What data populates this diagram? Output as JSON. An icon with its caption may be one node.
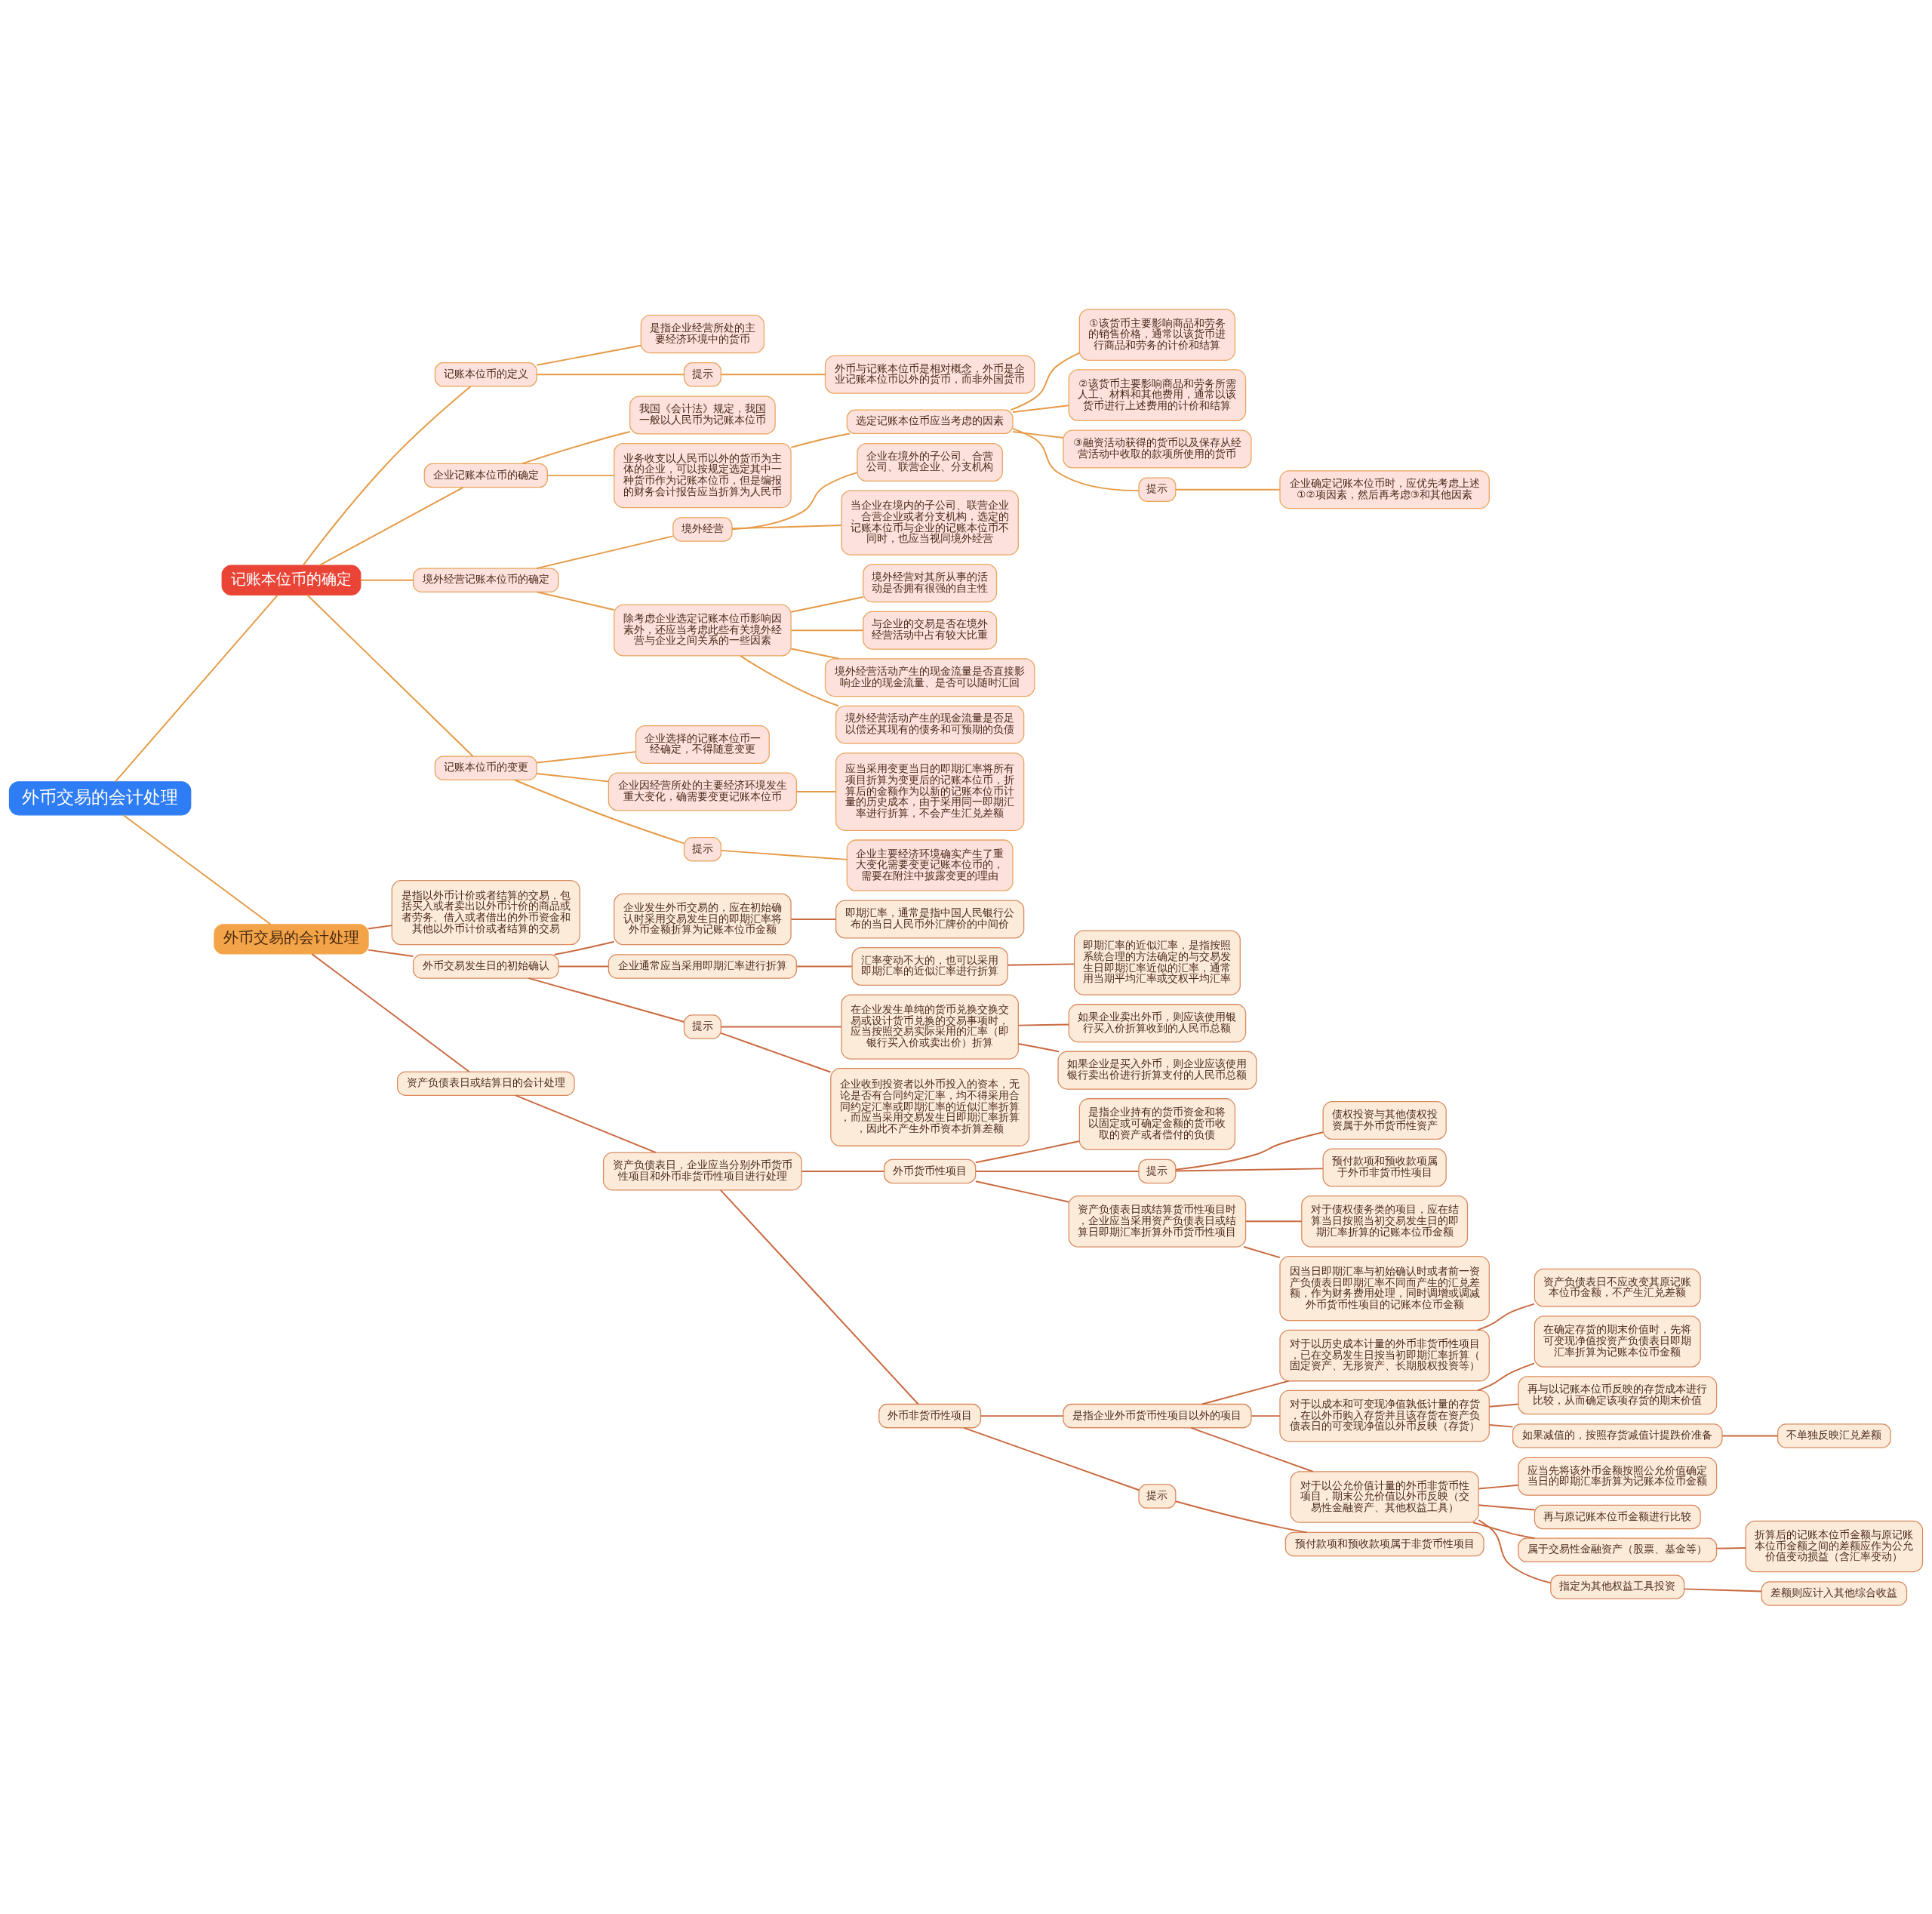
{
  "diagram": {
    "nodes": [
      {
        "text": [
          "外币交易的会计处理"
        ]
      },
      {
        "text": [
          "记账本位币的确定"
        ]
      },
      {
        "text": [
          "记账本位币的定义"
        ]
      },
      {
        "text": [
          "是指企业经营所处的主要经济环境中的货币"
        ]
      },
      {
        "text": [
          "提示"
        ]
      },
      {
        "text": [
          "外币与记账本位币是相对概念，外币是企业记账本位币以外的货币，而非外国货币"
        ]
      },
      {
        "text": [
          "企业记账本位币的确定"
        ]
      },
      {
        "text": [
          "我国《会计法》规定，我国一般以人民币为记账本位币"
        ]
      },
      {
        "text": [
          "业务收支以人民币以外的货币为主体的企业，可以按规定选定其中一种货币作为记账本位币，但是编报的财务会计报告应当折算为人民币"
        ]
      },
      {
        "text": [
          "选定记账本位币应当考虑的因素"
        ]
      },
      {
        "text": [
          "①该货币主要影响商品和劳务的销售价格，通常以该货币进行商品和劳务的计价和结算"
        ]
      },
      {
        "text": [
          "②该货币主要影响商品和劳务所需人工、材料和其他费用，通常以该货币进行上述费用的计价和结算"
        ]
      },
      {
        "text": [
          "③融资活动获得的货币以及保存从经营活动中收取的款项所使用的货币"
        ]
      },
      {
        "text": [
          "提示"
        ]
      },
      {
        "text": [
          "企业确定记账本位币时，应优先考虑上述①②项因素，然后再考虑③和其他因素"
        ]
      },
      {
        "text": [
          "境外经营记账本位币的确定"
        ]
      },
      {
        "text": [
          "境外经营"
        ]
      },
      {
        "text": [
          "企业在境外的子公司、合营公司、联营企业、分支机构"
        ]
      },
      {
        "text": [
          "当企业在境内的子公司、联营企业、合营企业或者分支机构，选定的记账本位币与企业的记账本位币不同时，也应当视同境外经营"
        ]
      },
      {
        "text": [
          "除考虑企业选定记账本位币影响因素外，还应当考虑此些有关境外经营与企业之间关系的一些因素"
        ]
      },
      {
        "text": [
          "境外经营对其所从事的活动是否拥有很强的自主性"
        ]
      },
      {
        "text": [
          "与企业的交易是否在境外经营活动中占有较大比重"
        ]
      },
      {
        "text": [
          "境外经营活动产生的现金流量是否直接影响企业的现金流量、是否可以随时汇回"
        ]
      },
      {
        "text": [
          "境外经营活动产生的现金流量是否足以偿还其现有的债务和可预期的负债"
        ]
      },
      {
        "text": [
          "记账本位币的变更"
        ]
      },
      {
        "text": [
          "企业选择的记账本位币一经确定，不得随意变更"
        ]
      },
      {
        "text": [
          "企业因经营所处的主要经济环境发生重大变化，确需要变更记账本位币"
        ]
      },
      {
        "text": [
          "应当采用变更当日的即期汇率将所有项目折算为变更后的记账本位币，折算后的金额作为以新的记账本位币计量的历史成本，由于采用同一即期汇率进行折算，不会产生汇兑差额"
        ]
      },
      {
        "text": [
          "提示"
        ]
      },
      {
        "text": [
          "企业主要经济环境确实产生了重大变化需要变更记账本位币的，需要在附注中披露变更的理由"
        ]
      },
      {
        "text": [
          "外币交易的会计处理"
        ]
      },
      {
        "text": [
          "是指以外币计价或者结算的交易，包括买入或者卖出以外币计价的商品或者劳务、借入或者借出的外币资金和其他以外币计价或者结算的交易"
        ]
      },
      {
        "text": [
          "外币交易发生日的初始确认"
        ]
      },
      {
        "text": [
          "企业发生外币交易的，应在初始确认时采用交易发生日的即期汇率将外币金额折算为记账本位币金额"
        ]
      },
      {
        "text": [
          "即期汇率，通常是指中国人民银行公布的当日人民币外汇牌价的中间价"
        ]
      },
      {
        "text": [
          "企业通常应当采用即期汇率进行折算"
        ]
      },
      {
        "text": [
          "汇率变动不大的，也可以采用即期汇率的近似汇率进行折算"
        ]
      },
      {
        "text": [
          "即期汇率的近似汇率，是指按照系统合理的方法确定的与交易发生日即期汇率近似的汇率，通常用当期平均汇率或交权平均汇率"
        ]
      },
      {
        "text": [
          "提示"
        ]
      },
      {
        "text": [
          "在企业发生单纯的货币兑换交换交易或设计货币兑换的交易事项时，应当按照交易实际采用的汇率（即银行买入价或卖出价）折算"
        ]
      },
      {
        "text": [
          "如果企业卖出外币，则应该使用银行买入价折算收到的人民币总额"
        ]
      },
      {
        "text": [
          "如果企业是买入外币，则企业应该使用银行卖出价进行折算支付的人民币总额"
        ]
      },
      {
        "text": [
          "企业收到投资者以外币投入的资本，无论是否有合同约定汇率，均不得采用合同约定汇率或即期汇率的近似汇率折算，而应当采用交易发生日即期汇率折算，因此不产生外币资本折算差额"
        ]
      },
      {
        "text": [
          "资产负债表日或结算日的会计处理"
        ]
      },
      {
        "text": [
          "资产负债表日，企业应当分别外币货币性项目和外币非货币性项目进行处理"
        ]
      },
      {
        "text": [
          "外币货币性项目"
        ]
      },
      {
        "text": [
          "是指企业持有的货币资金和将以固定或可确定金额的货币收取的资产或者偿付的负债"
        ]
      },
      {
        "text": [
          "提示"
        ]
      },
      {
        "text": [
          "债权投资与其他债权投资属于外币货币性资产"
        ]
      },
      {
        "text": [
          "预付款项和预收款项属于外币非货币性项目"
        ]
      },
      {
        "text": [
          "资产负债表日或结算货币性项目时，企业应当采用资产负债表日或结算日即期汇率折算外币货币性项目"
        ]
      },
      {
        "text": [
          "对于债权债务类的项目，应在结算当日按照当初交易发生日的即期汇率折算的记账本位币金额"
        ]
      },
      {
        "text": [
          "因当日即期汇率与初始确认时或者前一资产负债表日即期汇率不同而产生的汇兑差额，作为财务费用处理，同时调增或调减外币货币性项目的记账本位币金额"
        ]
      },
      {
        "text": [
          "外币非货币性项目"
        ]
      },
      {
        "text": [
          "是指企业外币货币性项目以外的项目"
        ]
      },
      {
        "text": [
          "对于以历史成本计量的外币非货币性项目，已在交易发生日按当初即期汇率折算（固定资产、无形资产、长期股权投资等）"
        ]
      },
      {
        "text": [
          "资产负债表日不应改变其原记账本位币金额，不产生汇兑差额"
        ]
      },
      {
        "text": [
          "对于以成本和可变现净值孰低计量的存货，在以外币购入存货并且该存货在资产负债表日的可变现净值以外币反映（存货）"
        ]
      },
      {
        "text": [
          "在确定存货的期末价值时，先将可变现净值按资产负债表日即期汇率折算为记账本位币金额"
        ]
      },
      {
        "text": [
          "再与以记账本位币反映的存货成本进行比较，从而确定该项存货的期末价值"
        ]
      },
      {
        "text": [
          "如果减值的，按照存货减值计提跌价准备"
        ]
      },
      {
        "text": [
          "不单独反映汇兑差额"
        ]
      },
      {
        "text": [
          "对于以公允价值计量的外币非货币性项目，期末公允价值以外币反映（交易性金融资产、其他权益工具）"
        ]
      },
      {
        "text": [
          "应当先将该外币金额按照公允价值确定当日的即期汇率折算为记账本位币金额"
        ]
      },
      {
        "text": [
          "再与原记账本位币金额进行比较"
        ]
      },
      {
        "text": [
          "属于交易性金融资产（股票、基金等）"
        ]
      },
      {
        "text": [
          "折算后的记账本位币金额与原记账本位币金额之间的差额应作为公允价值变动损益（含汇率变动）"
        ]
      },
      {
        "text": [
          "指定为其他权益工具投资"
        ]
      },
      {
        "text": [
          "差额则应计入其他综合收益"
        ]
      },
      {
        "text": [
          "提示"
        ]
      },
      {
        "text": [
          "预付款项和预收款项属于非货币性项目"
        ]
      }
    ],
    "edges": [
      {
        "from": 0,
        "to": 1,
        "arrow": "none",
        "color": "#e59a45"
      },
      {
        "from": 1,
        "to": 2,
        "arrow": "none",
        "color": "#e59a45"
      },
      {
        "from": 2,
        "to": 3,
        "arrow": "none",
        "color": "#e59a45"
      },
      {
        "from": 2,
        "to": 4,
        "arrow": "none",
        "color": "#e59a45"
      },
      {
        "from": 4,
        "to": 5,
        "arrow": "none",
        "color": "#e59a45"
      },
      {
        "from": 1,
        "to": 6,
        "arrow": "none",
        "color": "#e59a45"
      },
      {
        "from": 6,
        "to": 7,
        "arrow": "none",
        "color": "#e59a45"
      },
      {
        "from": 6,
        "to": 8,
        "arrow": "none",
        "color": "#e59a45"
      },
      {
        "from": 8,
        "to": 9,
        "arrow": "none",
        "color": "#e59a45"
      },
      {
        "from": 9,
        "to": 10,
        "arrow": "none",
        "color": "#e59a45"
      },
      {
        "from": 9,
        "to": 11,
        "arrow": "none",
        "color": "#e59a45"
      },
      {
        "from": 9,
        "to": 12,
        "arrow": "none",
        "color": "#e59a45"
      },
      {
        "from": 9,
        "to": 13,
        "arrow": "none",
        "color": "#e59a45"
      },
      {
        "from": 13,
        "to": 14,
        "arrow": "none",
        "color": "#e59a45"
      },
      {
        "from": 1,
        "to": 15,
        "arrow": "none",
        "color": "#e59a45"
      },
      {
        "from": 15,
        "to": 16,
        "arrow": "none",
        "color": "#e59a45"
      },
      {
        "from": 16,
        "to": 17,
        "arrow": "none",
        "color": "#e59a45"
      },
      {
        "from": 16,
        "to": 18,
        "arrow": "none",
        "color": "#e59a45"
      },
      {
        "from": 15,
        "to": 19,
        "arrow": "none",
        "color": "#e59a45"
      },
      {
        "from": 19,
        "to": 20,
        "arrow": "none",
        "color": "#e59a45"
      },
      {
        "from": 19,
        "to": 21,
        "arrow": "none",
        "color": "#e59a45"
      },
      {
        "from": 19,
        "to": 22,
        "arrow": "none",
        "color": "#e59a45"
      },
      {
        "from": 19,
        "to": 23,
        "arrow": "none",
        "color": "#e59a45"
      },
      {
        "from": 1,
        "to": 24,
        "arrow": "none",
        "color": "#e59a45"
      },
      {
        "from": 24,
        "to": 25,
        "arrow": "none",
        "color": "#e59a45"
      },
      {
        "from": 24,
        "to": 26,
        "arrow": "none",
        "color": "#e59a45"
      },
      {
        "from": 26,
        "to": 27,
        "arrow": "none",
        "color": "#e59a45"
      },
      {
        "from": 24,
        "to": 28,
        "arrow": "none",
        "color": "#e59a45"
      },
      {
        "from": 28,
        "to": 29,
        "arrow": "none",
        "color": "#e59a45"
      },
      {
        "from": 0,
        "to": 30,
        "arrow": "none",
        "color": "#e59a45"
      },
      {
        "from": 30,
        "to": 31,
        "arrow": "none"
      },
      {
        "from": 30,
        "to": 32,
        "arrow": "none"
      },
      {
        "from": 32,
        "to": 33,
        "arrow": "none"
      },
      {
        "from": 33,
        "to": 34,
        "arrow": "none"
      },
      {
        "from": 32,
        "to": 35,
        "arrow": "none"
      },
      {
        "from": 35,
        "to": 36,
        "arrow": "none"
      },
      {
        "from": 36,
        "to": 37,
        "arrow": "none"
      },
      {
        "from": 32,
        "to": 38,
        "arrow": "none"
      },
      {
        "from": 38,
        "to": 39,
        "arrow": "none"
      },
      {
        "from": 39,
        "to": 40,
        "arrow": "none"
      },
      {
        "from": 39,
        "to": 41,
        "arrow": "none"
      },
      {
        "from": 38,
        "to": 42,
        "arrow": "none"
      },
      {
        "from": 30,
        "to": 43,
        "arrow": "none"
      },
      {
        "from": 43,
        "to": 44,
        "arrow": "none"
      },
      {
        "from": 44,
        "to": 45,
        "arrow": "none"
      },
      {
        "from": 45,
        "to": 46,
        "arrow": "none"
      },
      {
        "from": 45,
        "to": 47,
        "arrow": "none"
      },
      {
        "from": 47,
        "to": 48,
        "arrow": "none"
      },
      {
        "from": 47,
        "to": 49,
        "arrow": "none"
      },
      {
        "from": 45,
        "to": 50,
        "arrow": "none"
      },
      {
        "from": 50,
        "to": 51,
        "arrow": "none"
      },
      {
        "from": 50,
        "to": 52,
        "arrow": "none"
      },
      {
        "from": 44,
        "to": 53,
        "arrow": "none"
      },
      {
        "from": 53,
        "to": 54,
        "arrow": "none"
      },
      {
        "from": 54,
        "to": 55,
        "arrow": "none"
      },
      {
        "from": 55,
        "to": 56,
        "arrow": "none"
      },
      {
        "from": 54,
        "to": 57,
        "arrow": "none"
      },
      {
        "from": 57,
        "to": 58,
        "arrow": "none"
      },
      {
        "from": 57,
        "to": 59,
        "arrow": "none"
      },
      {
        "from": 57,
        "to": 60,
        "arrow": "none"
      },
      {
        "from": 60,
        "to": 61,
        "arrow": "none"
      },
      {
        "from": 54,
        "to": 62,
        "arrow": "none"
      },
      {
        "from": 62,
        "to": 63,
        "arrow": "none"
      },
      {
        "from": 62,
        "to": 64,
        "arrow": "none"
      },
      {
        "from": 62,
        "to": 65,
        "arrow": "none"
      },
      {
        "from": 65,
        "to": 66,
        "arrow": "none"
      },
      {
        "from": 62,
        "to": 67,
        "arrow": "none"
      },
      {
        "from": 67,
        "to": 68,
        "arrow": "none"
      },
      {
        "from": 53,
        "to": 69,
        "arrow": "none"
      },
      {
        "from": 69,
        "to": 70,
        "arrow": "none"
      }
    ]
  }
}
